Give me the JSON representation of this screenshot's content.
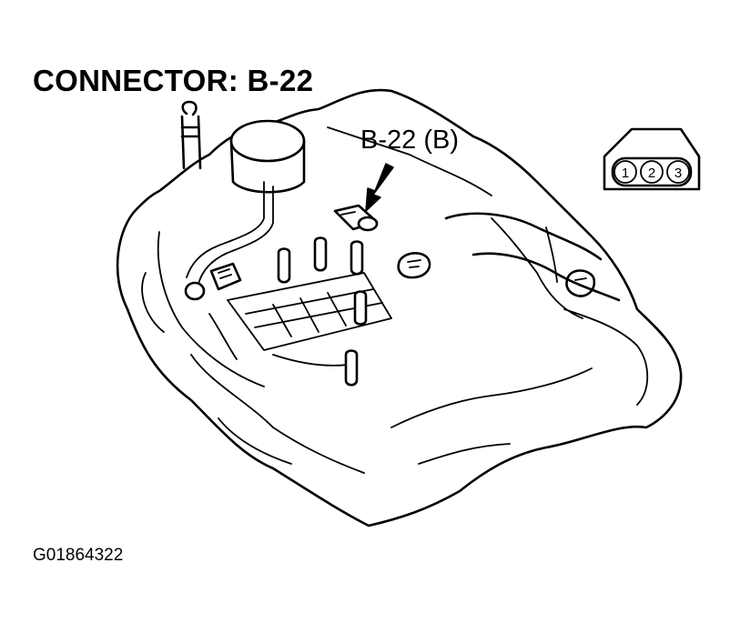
{
  "title": "CONNECTOR: B-22",
  "callout_label": "B-22 (B)",
  "figure_id": "G01864322",
  "connector_face": {
    "pins": [
      "1",
      "2",
      "3"
    ]
  },
  "icons": {
    "transaxle": "transmission-assembly-drawing",
    "arrow": "pointer-arrow",
    "connector": "electrical-connector"
  },
  "colors": {
    "ink": "#000000",
    "background": "#ffffff"
  }
}
